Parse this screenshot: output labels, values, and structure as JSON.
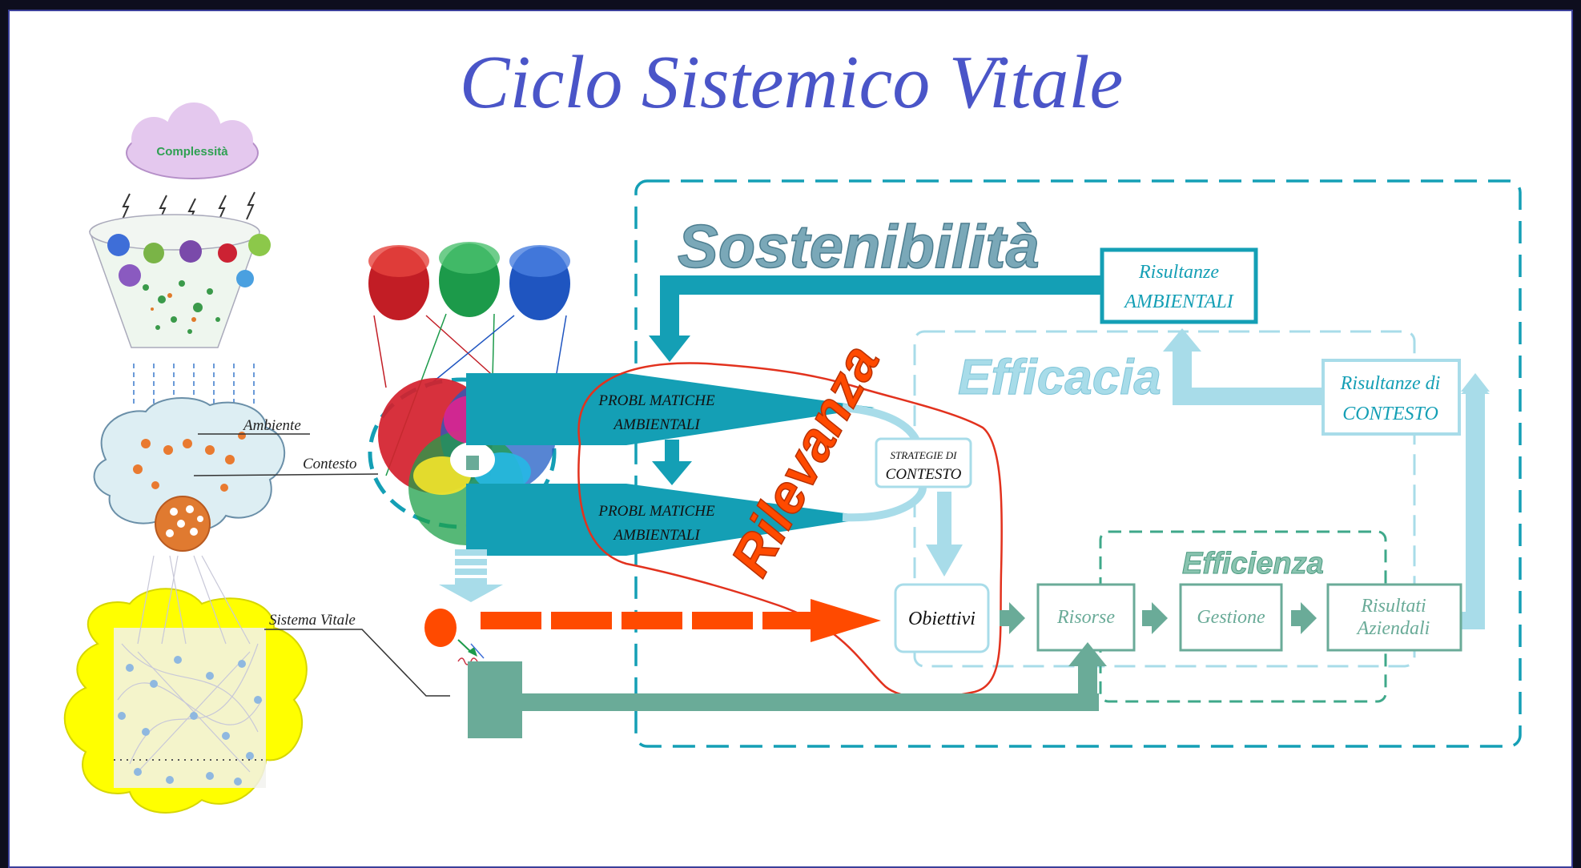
{
  "title": "Ciclo Sistemico Vitale",
  "left_panel": {
    "cloud_label": "Complessità",
    "label_ambiente": "Ambiente",
    "label_contesto": "Contesto",
    "label_sistema_vitale": "Sistema Vitale"
  },
  "headings": {
    "sostenibilita": "Sostenibilità",
    "efficacia": "Efficacia",
    "efficienza": "Efficienza",
    "rilevanza": "Rilevanza"
  },
  "arrows": {
    "problematiche_top_line1": "PROBL MATICHE",
    "problematiche_top_line2": "AMBIENTALI",
    "problematiche_bottom_line1": "PROBL MATICHE",
    "problematiche_bottom_line2": "AMBIENTALI"
  },
  "boxes": {
    "strategie_line1": "STRATEGIE DI",
    "strategie_line2": "CONTESTO",
    "risultanze_amb_line1": "Risultanze",
    "risultanze_amb_line2": "AMBIENTALI",
    "risultanze_ctx_line1": "Risultanze di",
    "risultanze_ctx_line2": "CONTESTO",
    "obiettivi": "Obiettivi",
    "risorse": "Risorse",
    "gestione": "Gestione",
    "risultati_line1": "Risultati",
    "risultati_line2": "Aziendali"
  },
  "colors": {
    "title": "#4a55c8",
    "teal_dark": "#149fb5",
    "teal_light": "#a8dce9",
    "green_box": "#6aab98",
    "orange": "#ff4a00",
    "red_outline": "#e2321e",
    "yellow_cloud": "#ffff00"
  }
}
